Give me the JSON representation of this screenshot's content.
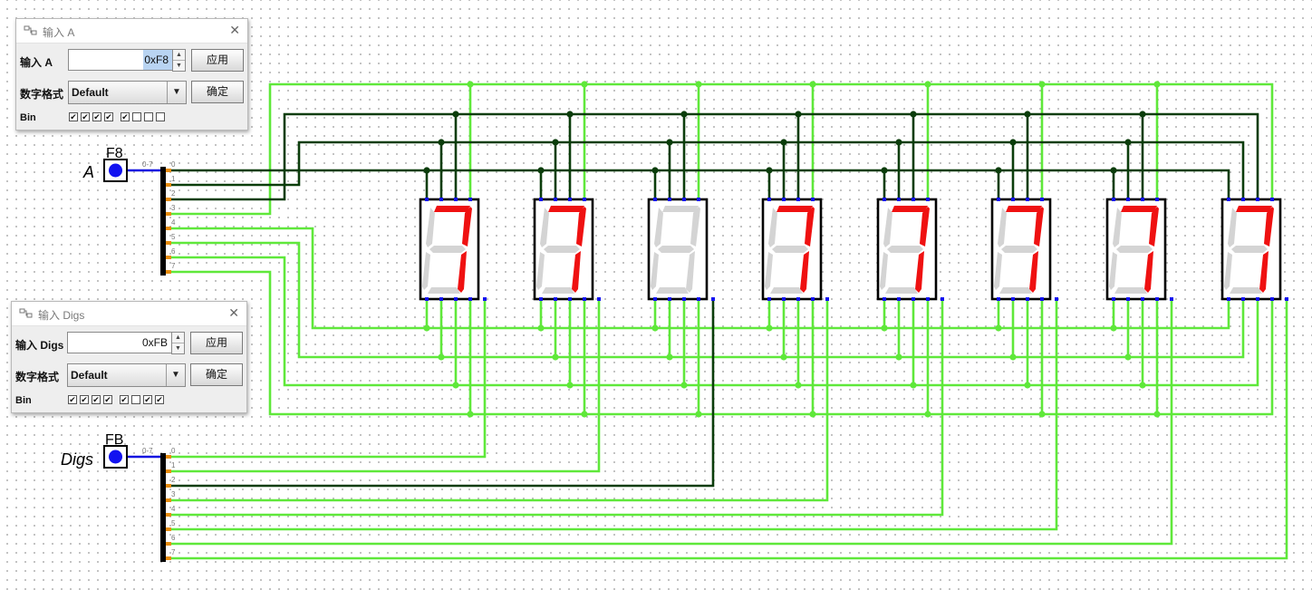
{
  "pins": {
    "a": {
      "label": "A",
      "value": "F8",
      "bit_range": "0-7"
    },
    "digs": {
      "label": "Digs",
      "value": "FB",
      "bit_range": "0-7"
    }
  },
  "splitter_bit_labels": [
    "0",
    "1",
    "2",
    "3",
    "4",
    "5",
    "6",
    "7"
  ],
  "displays": [
    {
      "lit": [
        "a",
        "b",
        "c"
      ]
    },
    {
      "lit": [
        "a",
        "b",
        "c"
      ]
    },
    {
      "lit": []
    },
    {
      "lit": [
        "a",
        "b",
        "c"
      ]
    },
    {
      "lit": [
        "a",
        "b",
        "c"
      ]
    },
    {
      "lit": [
        "a",
        "b",
        "c"
      ]
    },
    {
      "lit": [
        "a",
        "b",
        "c"
      ]
    },
    {
      "lit": [
        "a",
        "b",
        "c"
      ]
    }
  ],
  "digs_bits": [
    1,
    1,
    0,
    1,
    1,
    1,
    1,
    1
  ],
  "colors": {
    "wire_on": "#5fe83a",
    "wire_off": "#0b3d0b",
    "wire_bus": "#1010e0",
    "segment_on": "#ef1111",
    "segment_off": "#d4d4d4",
    "pin_fill": "#1212f0"
  },
  "dialogs": {
    "input_a": {
      "title": "输入 A",
      "field_label": "输入 A",
      "value": "0xF8",
      "format_label": "数字格式",
      "format_value": "Default",
      "bin_label": "Bin",
      "bits": [
        true,
        true,
        true,
        true,
        true,
        false,
        false,
        false
      ],
      "apply_label": "应用",
      "ok_label": "确定"
    },
    "input_digs": {
      "title": "输入 Digs",
      "field_label": "输入 Digs",
      "value": "0xFB",
      "format_label": "数字格式",
      "format_value": "Default",
      "bin_label": "Bin",
      "bits": [
        true,
        true,
        true,
        true,
        true,
        false,
        true,
        true
      ],
      "apply_label": "应用",
      "ok_label": "确定"
    }
  }
}
